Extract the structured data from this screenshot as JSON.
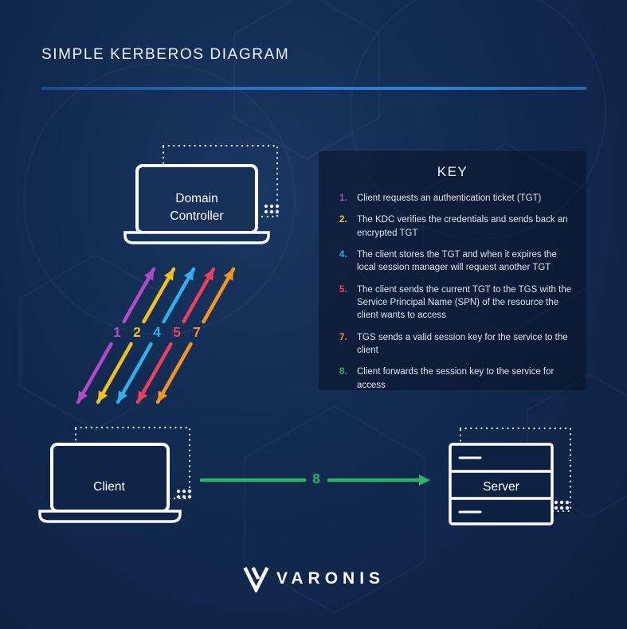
{
  "header": {
    "title": "SIMPLE KERBEROS DIAGRAM"
  },
  "key": {
    "heading": "KEY",
    "items": [
      {
        "num": "1.",
        "color": "#b04ac6",
        "text": "Client requests an authentication ticket (TGT)"
      },
      {
        "num": "2.",
        "color": "#f2c01c",
        "text": "The KDC verifies the credentials and sends back an encrypted TGT"
      },
      {
        "num": "4.",
        "color": "#2fb0e8",
        "text": "The client stores the TGT and when it expires the local session manager will request another TGT"
      },
      {
        "num": "5.",
        "color": "#ee3f5d",
        "text": "The client sends the current TGT to the TGS with the Service Principal Name (SPN) of the resource the client wants to access"
      },
      {
        "num": "7.",
        "color": "#f7941e",
        "text": "TGS sends a valid session key for the service to the client"
      },
      {
        "num": "8.",
        "color": "#2ab463",
        "text": "Client forwards the session key to the service for access"
      }
    ]
  },
  "nodes": {
    "domain_controller": {
      "label": "Domain Controller"
    },
    "client": {
      "label": "Client"
    },
    "server": {
      "label": "Server"
    }
  },
  "flows": [
    {
      "num": "1",
      "color": "#b04ac6"
    },
    {
      "num": "2",
      "color": "#f2c01c"
    },
    {
      "num": "4",
      "color": "#2fb0e8"
    },
    {
      "num": "5",
      "color": "#ee3f5d"
    },
    {
      "num": "7",
      "color": "#f7941e"
    }
  ],
  "service_flow": {
    "num": "8",
    "color": "#2ab463"
  },
  "footer": {
    "logo_text": "VARONIS"
  }
}
